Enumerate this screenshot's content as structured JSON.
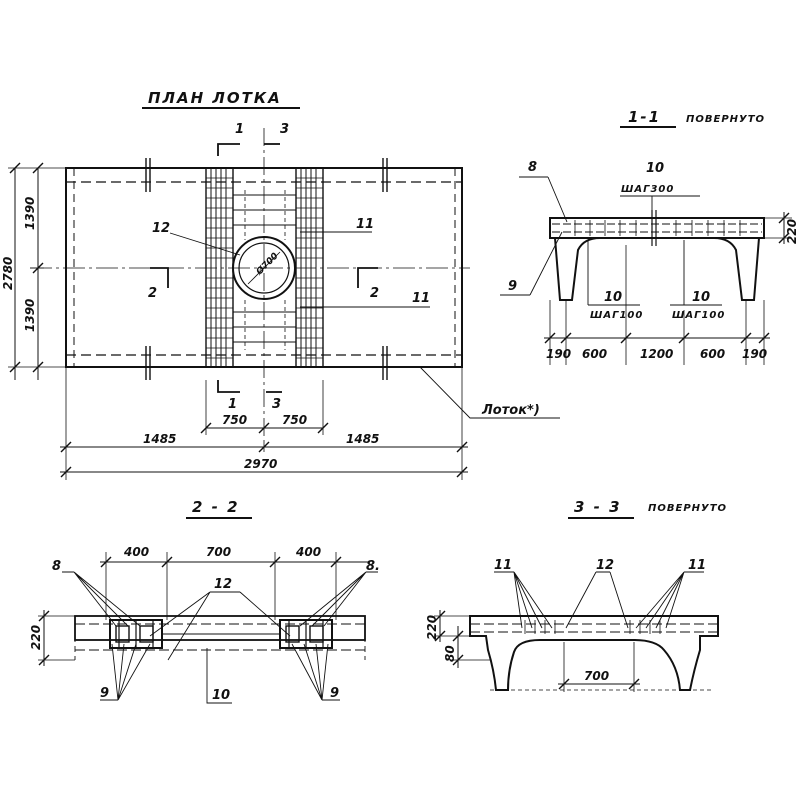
{
  "plan": {
    "title": "ПЛАН ЛОТКА",
    "section_marks": {
      "s1": "1",
      "s3": "3",
      "s2": "2"
    },
    "callouts": {
      "c12": "12",
      "c11": "11",
      "c11b": "11",
      "tray": "Лоток*)"
    },
    "hole": "Ø700",
    "dims": {
      "h_total": "2780",
      "h_top": "1390",
      "h_bottom": "1390",
      "w_left": "1485",
      "w_right": "1485",
      "w_total": "2970",
      "w_c1": "750",
      "w_c2": "750"
    }
  },
  "section_1_1": {
    "title": "1-1",
    "note": "ПОВЕРНУТО",
    "callouts": {
      "c8": "8",
      "c9": "9",
      "c10_top": "10",
      "c10_left": "10",
      "c10_right": "10"
    },
    "pitch": {
      "top": "ШАГ300",
      "left": "ШАГ100",
      "right": "ШАГ100"
    },
    "dims": {
      "h": "220",
      "d1": "190",
      "d2": "600",
      "d3": "1200",
      "d4": "600",
      "d5": "190"
    }
  },
  "section_2_2": {
    "title": "2 - 2",
    "callouts": {
      "c8l": "8",
      "c8r": "8.",
      "c12": "12",
      "c9l": "9",
      "c9r": "9",
      "c10": "10"
    },
    "dims": {
      "w1": "400",
      "w2": "700",
      "w3": "400",
      "h": "220"
    }
  },
  "section_3_3": {
    "title": "3 - 3",
    "note": "ПОВЕРНУТО",
    "callouts": {
      "c11l": "11",
      "c12": "12",
      "c11r": "11"
    },
    "dims": {
      "h": "220",
      "h2": "80",
      "w": "700"
    }
  }
}
